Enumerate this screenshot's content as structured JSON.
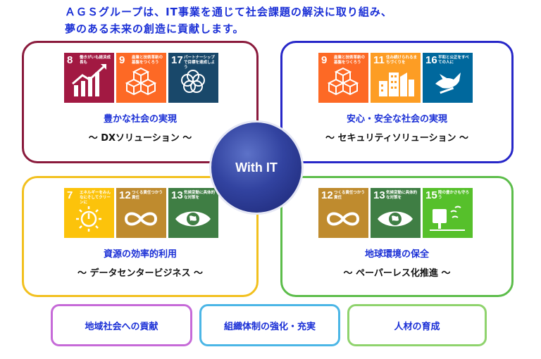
{
  "headline": {
    "line1": "ＡＧＳグループは、IT事業を通じて社会課題の解決に取り組み、",
    "line2": "夢のある未来の創造に貢献します。"
  },
  "center_label": "With IT",
  "quadrants": [
    {
      "title": "豊かな社会の実現",
      "subtitle": "～ DXソリューション ～",
      "sdgs": [
        {
          "num": "8",
          "label": "働きがいも経済成長も",
          "color": "#a21942",
          "icon": "growth-chart-icon"
        },
        {
          "num": "9",
          "label": "産業と技術革新の基盤をつくろう",
          "color": "#fd6925",
          "icon": "cubes-icon"
        },
        {
          "num": "17",
          "label": "パートナーシップで目標を達成しよう",
          "color": "#19486a",
          "icon": "partnership-rings-icon"
        }
      ]
    },
    {
      "title": "安心・安全な社会の実現",
      "subtitle": "～ セキュリティソリューション ～",
      "sdgs": [
        {
          "num": "9",
          "label": "産業と技術革新の基盤をつくろう",
          "color": "#fd6925",
          "icon": "cubes-icon"
        },
        {
          "num": "11",
          "label": "住み続けられるまちづくりを",
          "color": "#fd9d24",
          "icon": "city-buildings-icon"
        },
        {
          "num": "16",
          "label": "平和と公正をすべての人に",
          "color": "#00689d",
          "icon": "dove-icon"
        }
      ]
    },
    {
      "title": "資源の効率的利用",
      "subtitle": "～ データセンタービジネス ～",
      "sdgs": [
        {
          "num": "7",
          "label": "エネルギーをみんなにそしてクリーンに",
          "color": "#fcc30b",
          "icon": "sun-power-icon"
        },
        {
          "num": "12",
          "label": "つくる責任つかう責任",
          "color": "#bf8b2e",
          "icon": "infinity-icon"
        },
        {
          "num": "13",
          "label": "気候変動に具体的な対策を",
          "color": "#3f7e44",
          "icon": "eye-globe-icon"
        }
      ]
    },
    {
      "title": "地球環境の保全",
      "subtitle": "～ ペーパーレス化推進 ～",
      "sdgs": [
        {
          "num": "12",
          "label": "つくる責任つかう責任",
          "color": "#bf8b2e",
          "icon": "infinity-icon"
        },
        {
          "num": "13",
          "label": "気候変動に具体的な対策を",
          "color": "#3f7e44",
          "icon": "eye-globe-icon"
        },
        {
          "num": "15",
          "label": "陸の豊かさも守ろう",
          "color": "#56c02b",
          "icon": "tree-icon"
        }
      ]
    }
  ],
  "pills": [
    "地域社会への貢献",
    "組織体制の強化・充実",
    "人材の育成"
  ]
}
